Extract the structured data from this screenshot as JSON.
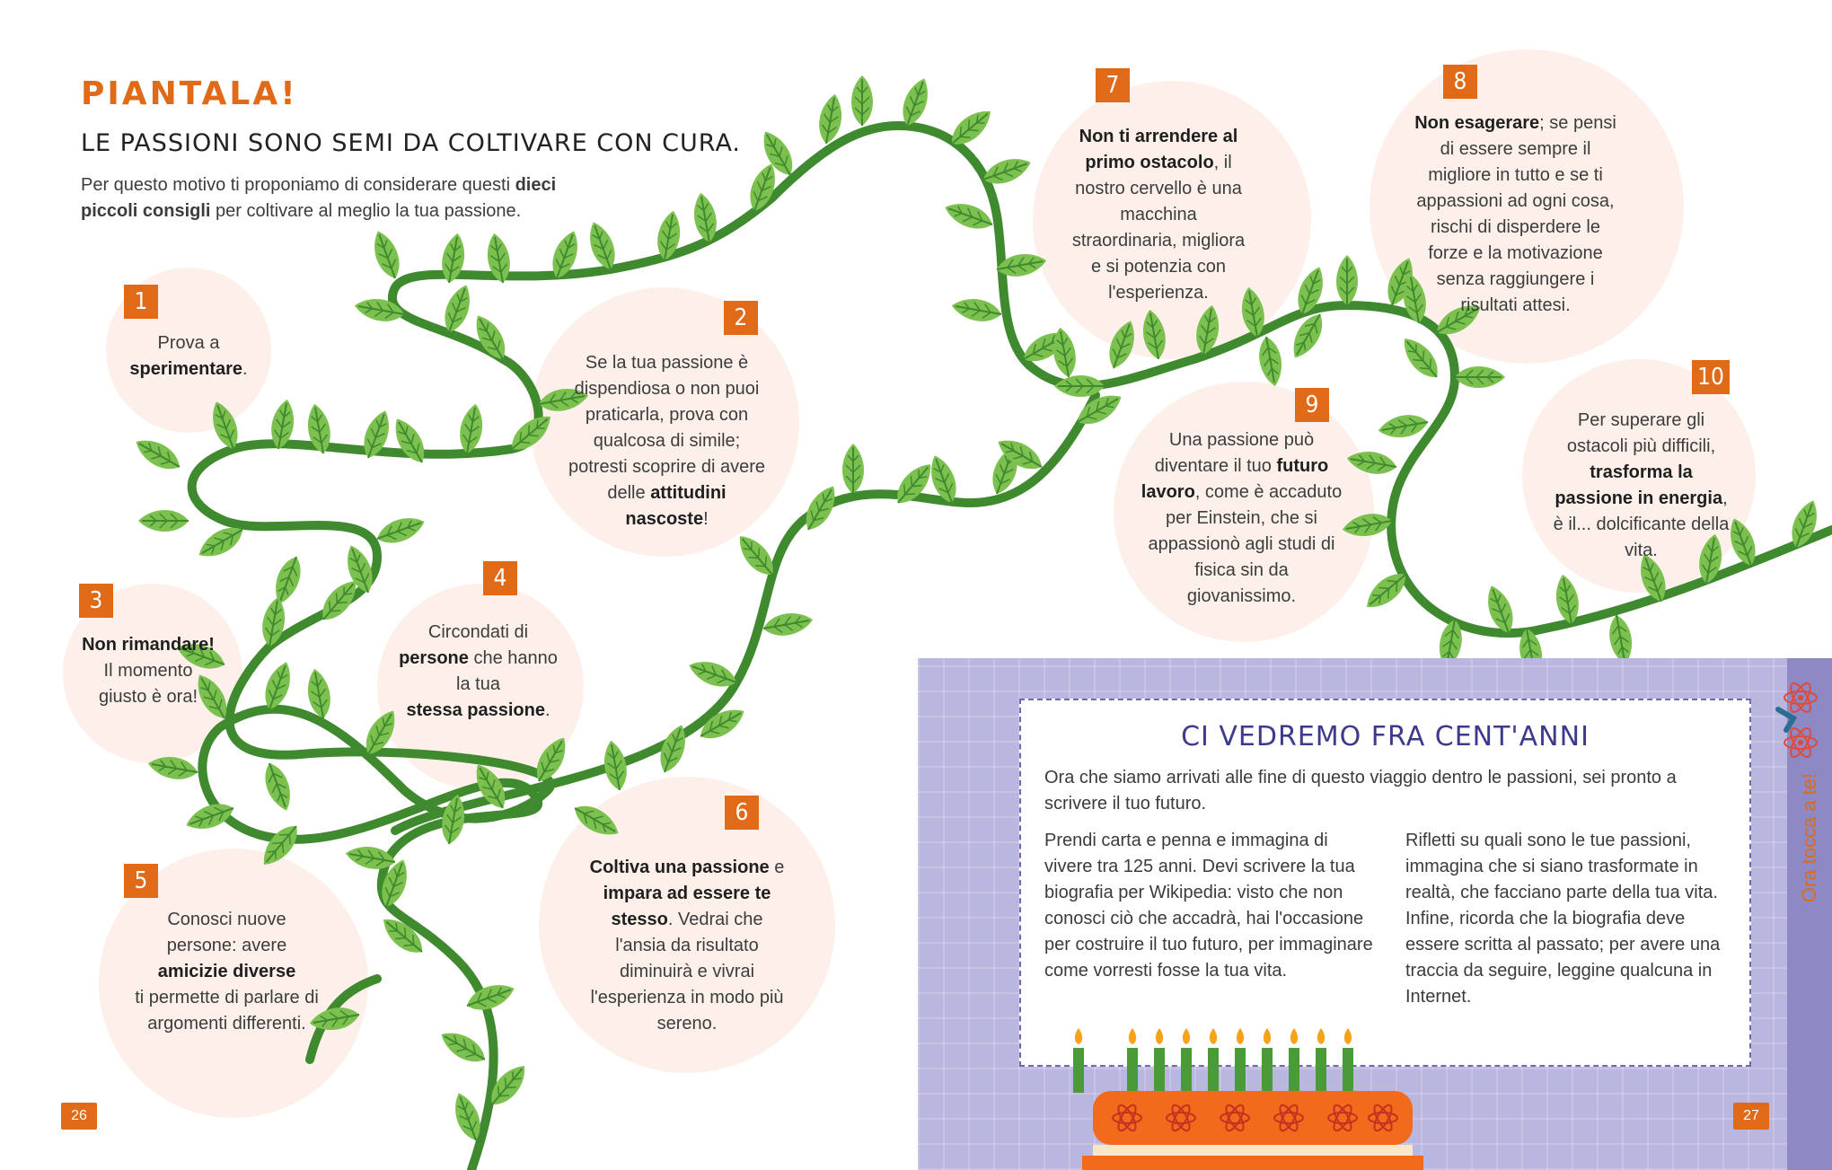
{
  "header": {
    "title": "PIANTALA!",
    "subtitle": "LE PASSIONI SONO SEMI DA COLTIVARE CON CURA.",
    "intro_1": "Per questo motivo ti proponiamo di considerare questi ",
    "intro_bold_1": "dieci",
    "intro_bold_2": "piccoli consigli",
    "intro_2": " per coltivare al meglio la tua passione."
  },
  "tips": [
    {
      "n": "1",
      "a": "Prova a",
      "b": "sperimentare",
      "c": "."
    },
    {
      "n": "2",
      "a": "Se la tua passione è dispendiosa o non puoi praticarla, prova con qualcosa di simile; potresti scoprire di avere delle",
      "b": "attitudini nascoste",
      "c": "!"
    },
    {
      "n": "3",
      "b": "Non rimandare!",
      "a": "Il momento giusto è ora!"
    },
    {
      "n": "4",
      "a": "Circondati di",
      "b": "persone",
      "c": " che hanno la tua",
      "d": "stessa passione",
      "e": "."
    },
    {
      "n": "5",
      "a": "Conosci nuove persone: avere",
      "b": "amicizie diverse",
      "c": "ti permette di parlare di argomenti differenti."
    },
    {
      "n": "6",
      "b": "Coltiva una passione",
      "a": "e ",
      "d": "impara ad essere te stesso",
      "c": ". Vedrai che l'ansia da risultato diminuirà e vivrai l'esperienza in modo più sereno."
    },
    {
      "n": "7",
      "b": "Non ti arrendere al primo ostacolo",
      "c": ",",
      "a": "il nostro cervello è una macchina straordinaria, migliora e si potenzia con l'esperienza."
    },
    {
      "n": "8",
      "b": "Non esagerare",
      "c": ";",
      "a": "se pensi di essere sempre il migliore in tutto e se ti appassioni ad ogni cosa, rischi di disperdere le forze e la motivazione senza raggiungere i risultati attesi."
    },
    {
      "n": "9",
      "a": "Una passione può diventare il tuo",
      "b": "futuro lavoro",
      "c": ", come è accaduto per Einstein, che si appassionò agli studi di fisica sin da giovanissimo."
    },
    {
      "n": "10",
      "a": "Per superare gli ostacoli più difficili,",
      "b": "trasforma la passione in energia",
      "c": ",",
      "d": "è il... dolcificante della vita."
    }
  ],
  "box": {
    "title": "CI VEDREMO FRA CENT'ANNI",
    "intro": "Ora che siamo arrivati alle fine di questo viaggio dentro le passioni, sei pronto a scrivere il tuo futuro.",
    "col1": "Prendi carta e penna e immagina di vivere tra 125 anni. Devi scrivere la tua biografia per Wikipedia: visto che non conosci ciò che accadrà, hai l'occasione per costruire il tuo futuro, per immaginare come vorresti fosse la tua vita.",
    "col2": "Rifletti su quali sono le tue passioni, immagina che si siano trasformate in realtà, che facciano parte della tua vita. Infine, ricorda che la biografia deve essere scritta al passato; per avere una traccia da seguire, leggine qualcuna in Internet.",
    "side_label": "Ora tocca a te!"
  },
  "pages": {
    "left": "26",
    "right": "27"
  },
  "colors": {
    "accent": "#e06a17",
    "vine": "#3f8a2e",
    "leaf": "#7cc04f",
    "circle": "#fdf0ea",
    "panel": "#b9b6e0"
  }
}
